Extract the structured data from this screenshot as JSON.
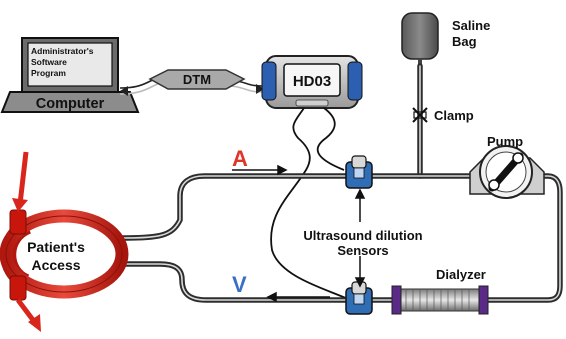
{
  "computer": {
    "screen_text": [
      "Administrator's",
      "Software",
      "Program"
    ],
    "label": "Computer"
  },
  "dtm": {
    "label": "DTM"
  },
  "monitor": {
    "label": "HD03"
  },
  "saline_bag": {
    "label_lines": [
      "Saline",
      "Bag"
    ]
  },
  "clamp": {
    "label": "Clamp"
  },
  "pump": {
    "label": "Pump"
  },
  "arterial_line": {
    "label": "A",
    "color": "#e0352b"
  },
  "venous_line": {
    "label": "V",
    "color": "#3a6fc9"
  },
  "sensors": {
    "label_lines": [
      "Ultrasound dilution",
      "Sensors"
    ]
  },
  "dialyzer": {
    "label": "Dialyzer"
  },
  "patient_access": {
    "label_lines": [
      "Patient's",
      "Access"
    ]
  },
  "colors": {
    "access_red": "#d9261c",
    "sensor_blue": "#2f6db5",
    "dialyzer_purple": "#5b2a86",
    "tube": "#2d2d2d"
  }
}
